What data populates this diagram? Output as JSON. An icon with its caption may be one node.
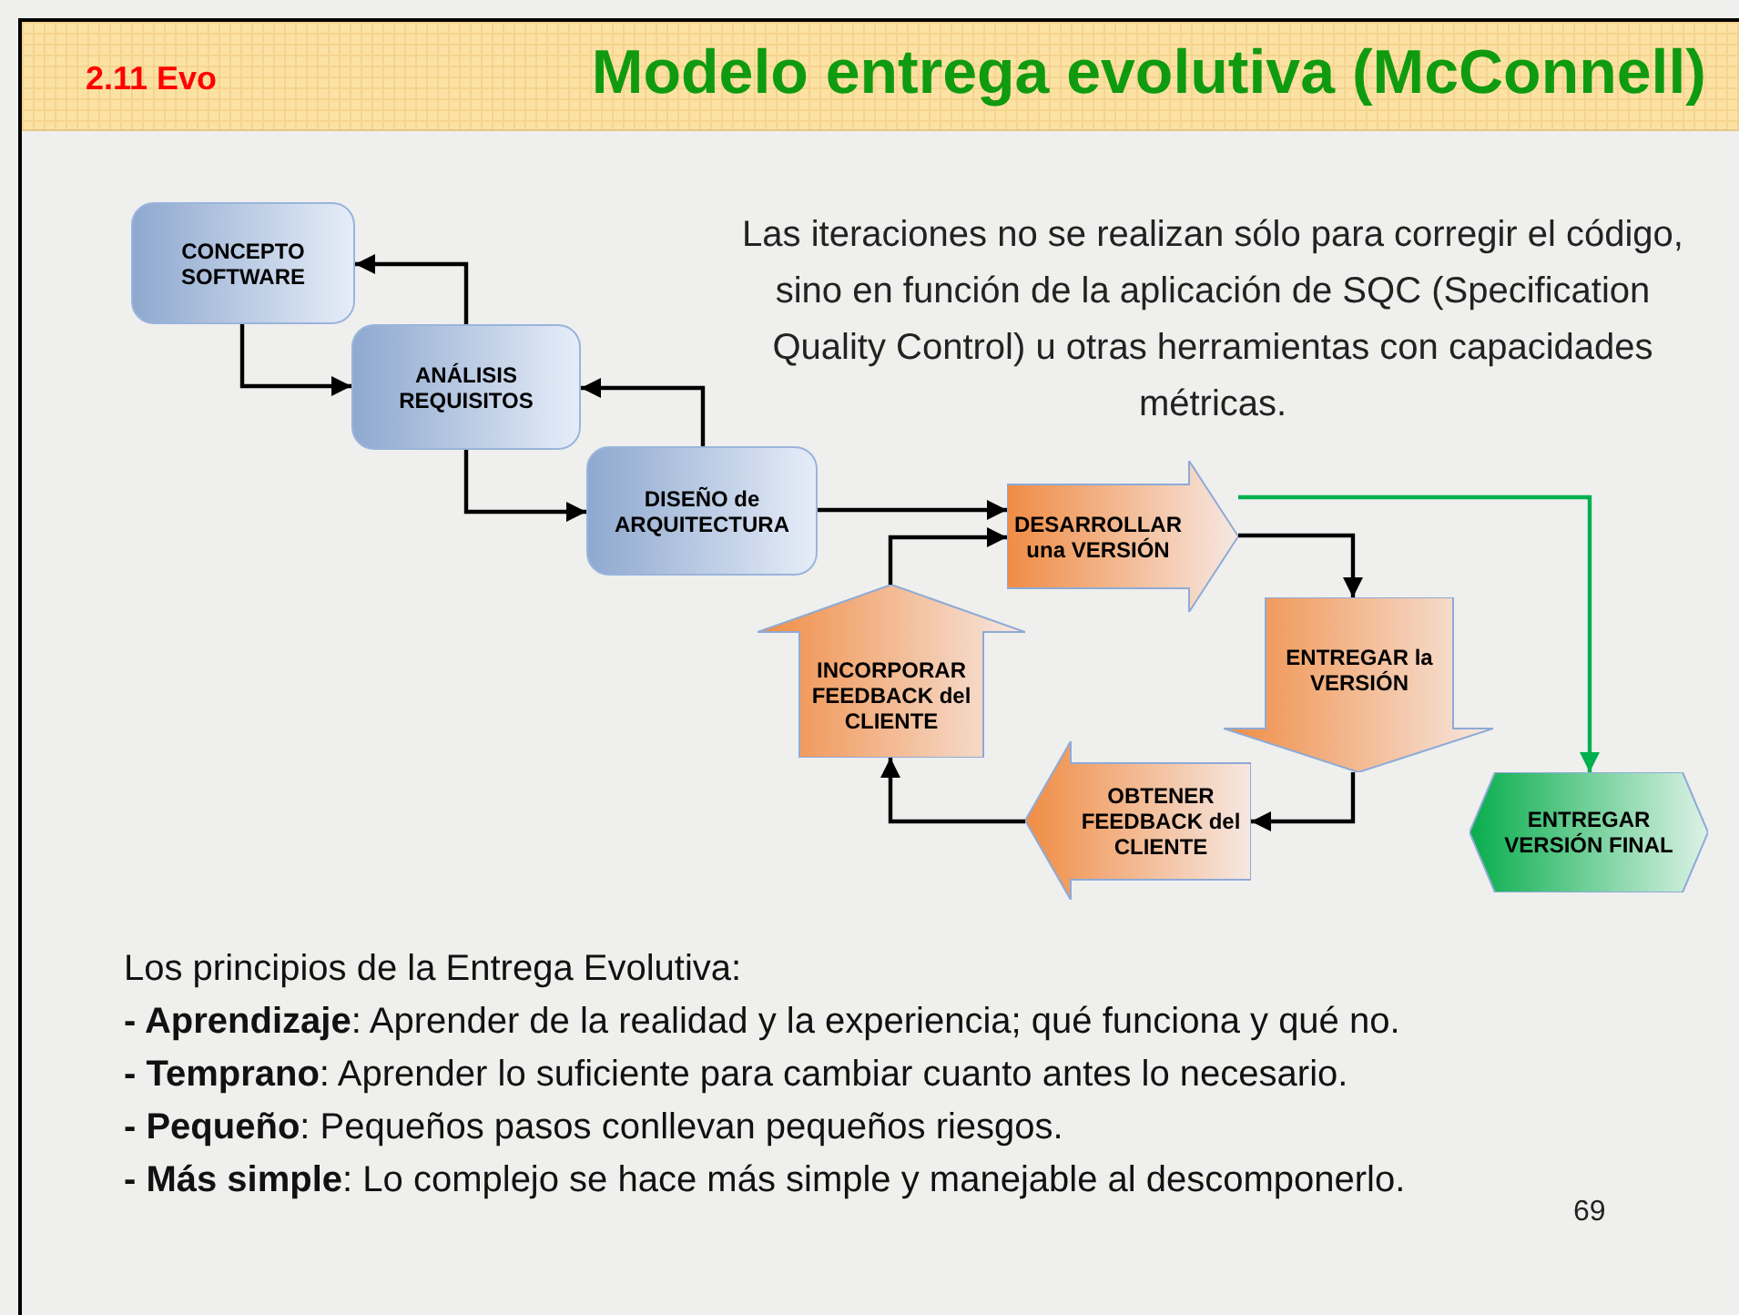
{
  "diagram": {
    "title": "Modelo entrega evolutiva (McConnell)",
    "nodes": [
      {
        "text": [
          "CONCEPTO SOFTWARE"
        ]
      },
      {
        "text": [
          "ANÁLISIS REQUISITOS"
        ]
      },
      {
        "text": [
          "DISEÑO de ARQUITECTURA"
        ]
      },
      {
        "text": [
          "DESARROLLAR una VERSIÓN"
        ]
      },
      {
        "text": [
          "ENTREGAR la VERSIÓN"
        ]
      },
      {
        "text": [
          "OBTENER FEEDBACK del CLIENTE"
        ]
      },
      {
        "text": [
          "INCORPORAR FEEDBACK del CLIENTE"
        ]
      },
      {
        "text": [
          "ENTREGAR VERSIÓN FINAL"
        ]
      }
    ],
    "edges": [
      {
        "from": 0,
        "to": 1,
        "arrow": "to"
      },
      {
        "from": 1,
        "to": 0,
        "arrow": "to"
      },
      {
        "from": 1,
        "to": 2,
        "arrow": "to"
      },
      {
        "from": 2,
        "to": 1,
        "arrow": "to"
      },
      {
        "from": 2,
        "to": 3,
        "arrow": "to"
      },
      {
        "from": 6,
        "to": 3,
        "arrow": "to"
      },
      {
        "from": 3,
        "to": 4,
        "arrow": "to"
      },
      {
        "from": 4,
        "to": 5,
        "arrow": "to"
      },
      {
        "from": 5,
        "to": 6,
        "arrow": "to"
      },
      {
        "from": 3,
        "to": 7,
        "arrow": "to",
        "color": "#00b050"
      }
    ],
    "labels": [
      "2.11 Evo",
      "Las iteraciones no se realizan sólo para corregir el código, sino en función de la aplicación de SQC (Specification Quality Control) u otras herramientas con capacidades métricas.",
      "Los principios de la Entrega Evolutiva:",
      "**- Aprendizaje**: Aprender de la realidad y la experiencia; qué funciona y qué no.",
      "**- Temprano**: Aprender lo suficiente para cambiar cuanto antes lo necesario.",
      "**- Pequeño**: Pequeños pasos conllevan pequeños riesgos.",
      "**- Más simple**: Lo complejo se hace más simple y manejable al descomponerlo.",
      "69"
    ]
  }
}
